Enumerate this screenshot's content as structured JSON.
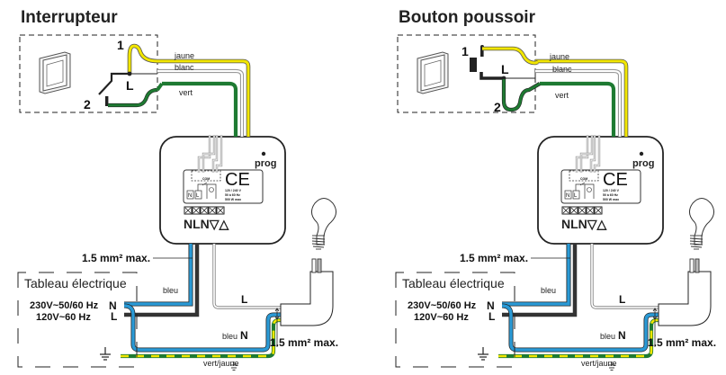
{
  "colors": {
    "jaune": "#f2e600",
    "blanc": "#ffffff",
    "vert": "#1e7a32",
    "bleu": "#2a9ad6",
    "noir": "#333333",
    "gris": "#9a9a9a"
  },
  "diagrams": [
    {
      "title": "Interrupteur",
      "switch_type": "toggle-switch",
      "terminal_1": "1",
      "terminal_2": "2",
      "terminal_L": "L",
      "wire_jaune": "jaune",
      "wire_blanc": "blanc",
      "wire_vert": "vert",
      "module": {
        "prog": "prog",
        "ce": "CE",
        "spec_1": "120 / 240 V",
        "spec_2": "50 à 60 Hz",
        "spec_3": "500 W max",
        "com": "COM",
        "inner_N": "N",
        "inner_L": "L",
        "terminals": "NLN▽△"
      },
      "section_top": "1.5 mm² max.",
      "panel": {
        "title": "Tableau électrique",
        "line1": "230V~50/60 Hz",
        "line2": "120V~60 Hz",
        "N": "N",
        "L": "L"
      },
      "wire_bleu": "bleu",
      "bleu_N": "bleu",
      "N_label": "N",
      "L_label": "L",
      "section_bottom": "1.5 mm² max.",
      "earth_label": "vert/jaune"
    },
    {
      "title": "Bouton poussoir",
      "switch_type": "push-button",
      "terminal_1": "1",
      "terminal_2": "2",
      "terminal_L": "L",
      "wire_jaune": "jaune",
      "wire_blanc": "blanc",
      "wire_vert": "vert",
      "module": {
        "prog": "prog",
        "ce": "CE",
        "spec_1": "120 / 240 V",
        "spec_2": "50 à 60 Hz",
        "spec_3": "500 W max",
        "com": "COM",
        "inner_N": "N",
        "inner_L": "L",
        "terminals": "NLN▽△"
      },
      "section_top": "1.5 mm² max.",
      "panel": {
        "title": "Tableau électrique",
        "line1": "230V~50/60 Hz",
        "line2": "120V~60 Hz",
        "N": "N",
        "L": "L"
      },
      "wire_bleu": "bleu",
      "bleu_N": "bleu",
      "N_label": "N",
      "L_label": "L",
      "section_bottom": "1.5 mm² max.",
      "earth_label": "vert/jaune"
    }
  ]
}
